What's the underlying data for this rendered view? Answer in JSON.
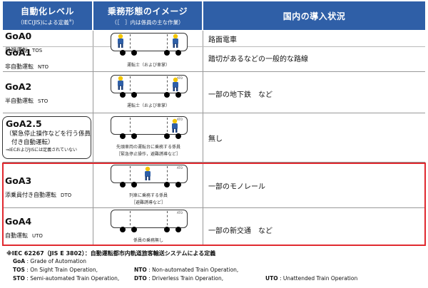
{
  "header": {
    "col1_title": "自動化レベル",
    "col1_sub": "（IEC(JIS)による定義",
    "col1_sup": "※",
    "col1_close": "）",
    "col2_title": "乗務形態のイメージ",
    "col2_sub": "（［　］内は係員の主な作業）",
    "col3_title": "国内の導入状況"
  },
  "rows": [
    {
      "level": "GoA0",
      "desc": "目視運転",
      "code": "TOS",
      "status": "路面電車",
      "caption": "運転士（および車掌）"
    },
    {
      "level": "GoA1",
      "desc": "非自動運転",
      "code": "NTO",
      "status": "踏切があるなどの一般的な路線"
    },
    {
      "level": "GoA2",
      "desc": "半自動運転",
      "code": "STO",
      "status": "一部の地下鉄　など",
      "caption": "運転士（および車掌）",
      "ato": "ATO"
    },
    {
      "level": "GoA2.5",
      "desc_lines": [
        "（緊急停止操作などを行う係員",
        "付き自動運転）"
      ],
      "footnote": "⇒IECおよびJISには定義されていない",
      "status": "無し",
      "caption_lines": [
        "先頭車両の運転台に乗務する係員",
        "［緊急停止操作，避難誘導など］"
      ],
      "ato": "ATO"
    },
    {
      "level": "GoA3",
      "desc": "添乗員付き自動運転",
      "code": "DTO",
      "status": "一部のモノレール",
      "caption_lines": [
        "列車に乗務する係員",
        "［避難誘導など］"
      ],
      "ato": "ATO"
    },
    {
      "level": "GoA4",
      "desc": "自動運転",
      "code": "UTO",
      "status": "一部の新交通　など",
      "caption": "係員の乗務無し",
      "ato": "ATO"
    }
  ],
  "notes": {
    "title": "※IEC 62267（JIS E 3802）：自動運転都市内軌道旅客輸送システムによる定義",
    "goa": {
      "abbr": "GoA",
      "text": " : Grade of Automation"
    },
    "tos": {
      "abbr": "TOS",
      "text": " : On Sight Train Operation,"
    },
    "nto": {
      "abbr": "NTO",
      "text": " : Non-automated Train Operation,"
    },
    "sto": {
      "abbr": "STO",
      "text": " : Semi-automated Train Operation,"
    },
    "dto": {
      "abbr": "DTO",
      "text": " : Driverless Train Operation,"
    },
    "uto": {
      "abbr": "UTO",
      "text": " : Unattended Train Operation"
    }
  },
  "colors": {
    "header_bg": "#2f5fa7",
    "highlight_border": "#e0292f",
    "figure_blue": "#2f5fa7"
  }
}
